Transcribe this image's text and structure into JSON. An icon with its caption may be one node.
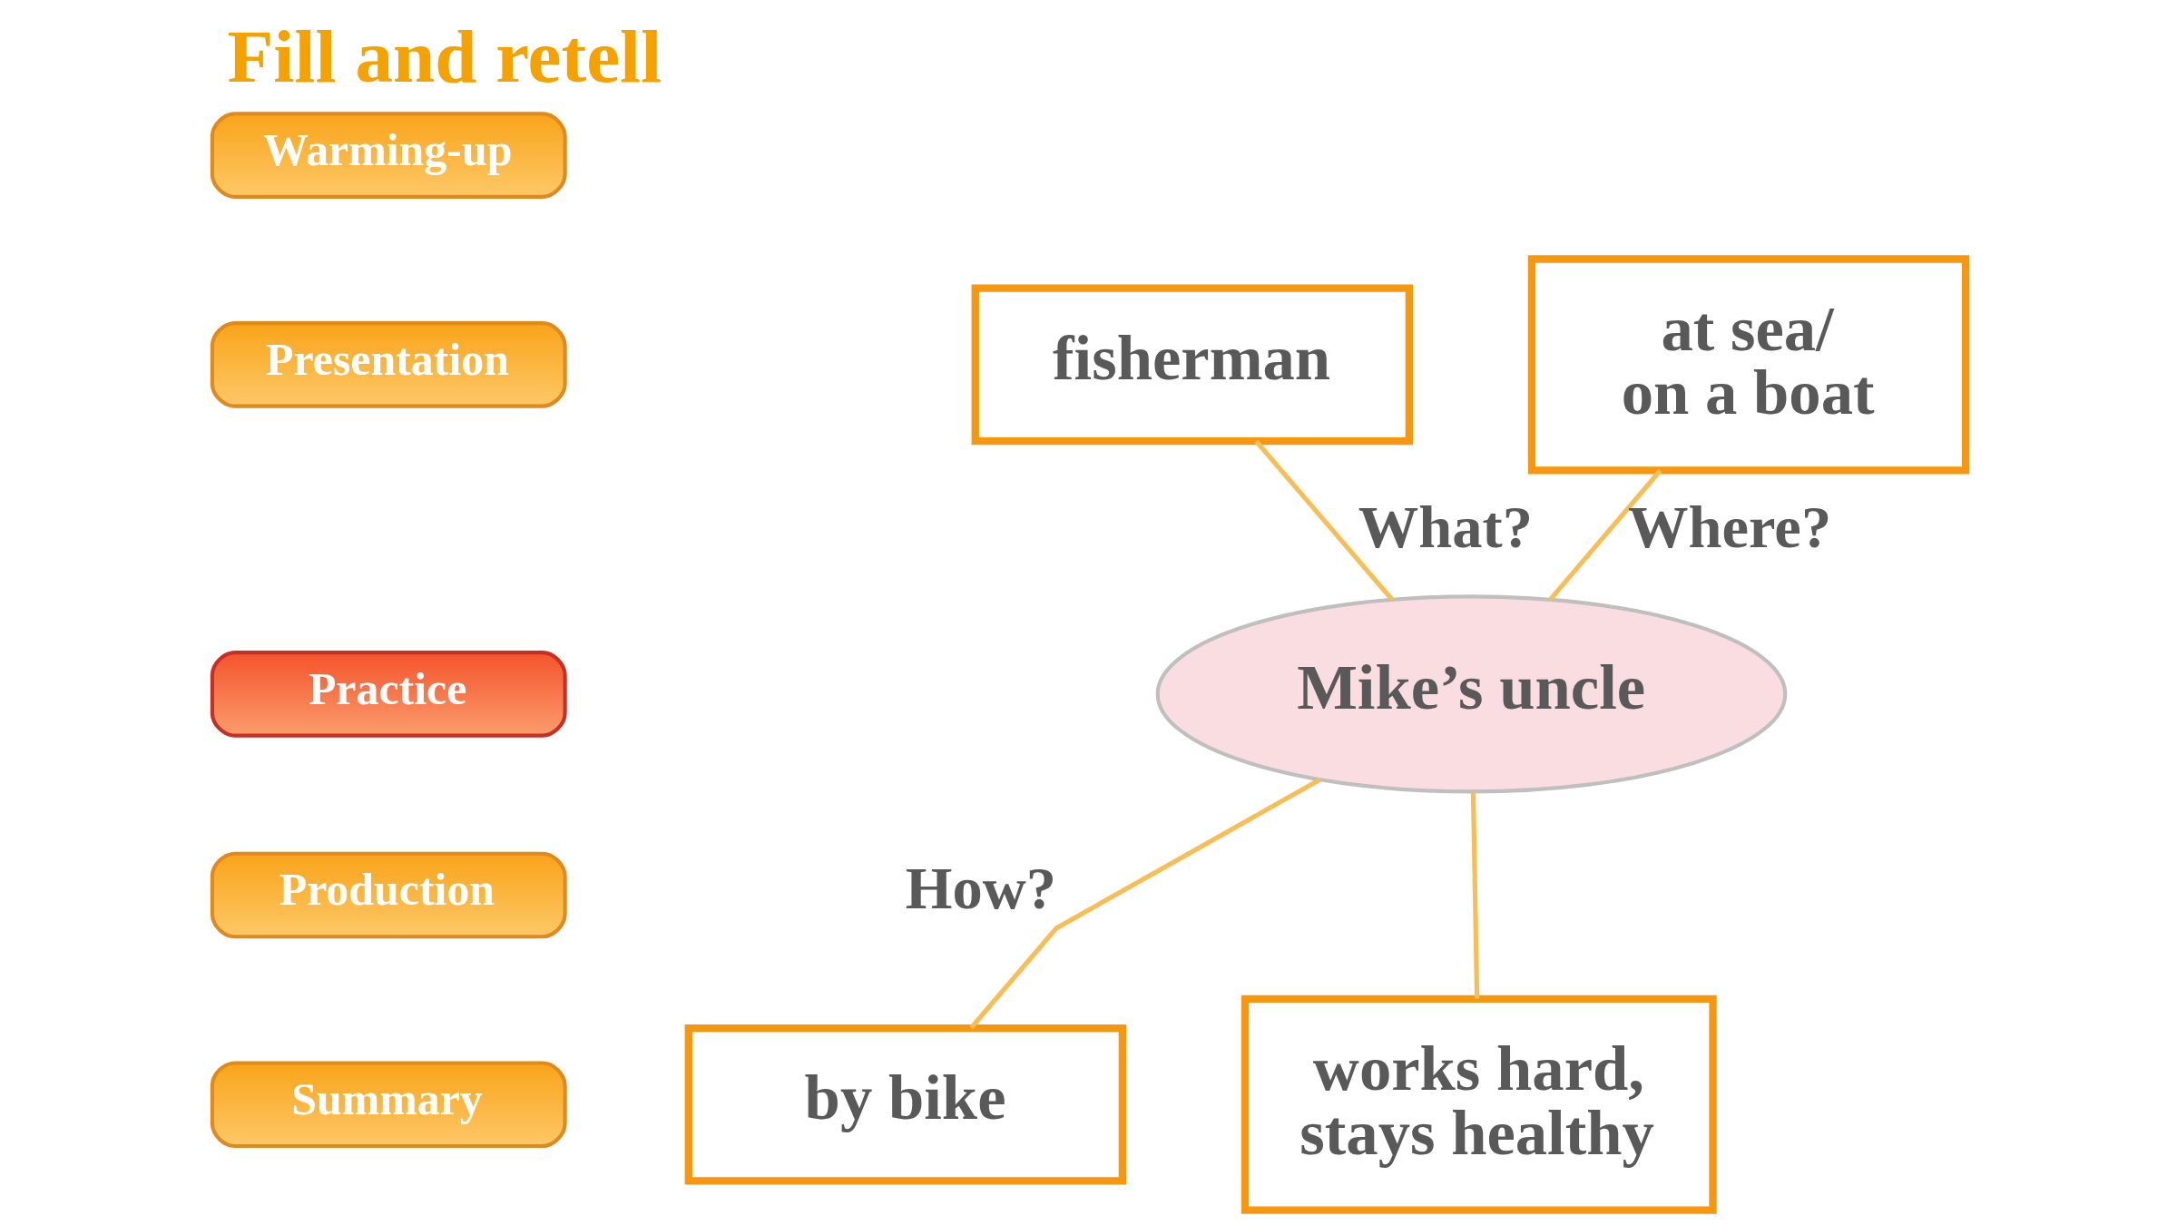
{
  "diagram": {
    "title": "Fill and retell",
    "nodes": [
      {
        "text": [
          "Warming-up"
        ]
      },
      {
        "text": [
          "Presentation"
        ]
      },
      {
        "text": [
          "Practice"
        ]
      },
      {
        "text": [
          "Production"
        ]
      },
      {
        "text": [
          "Summary"
        ]
      },
      {
        "text": [
          "fisherman"
        ]
      },
      {
        "text": [
          "at sea/ on a boat"
        ]
      },
      {
        "text": [
          "Mike’s uncle"
        ]
      },
      {
        "text": [
          "by bike"
        ]
      },
      {
        "text": [
          "works hard, stays healthy"
        ]
      }
    ],
    "edges": [
      {
        "from": 5,
        "to": 7,
        "arrow": "none",
        "label": "What?"
      },
      {
        "from": 6,
        "to": 7,
        "arrow": "none",
        "label": "Where?"
      },
      {
        "from": 7,
        "to": 8,
        "arrow": "none",
        "label": "How?"
      },
      {
        "from": 7,
        "to": 9,
        "arrow": "none"
      }
    ]
  }
}
